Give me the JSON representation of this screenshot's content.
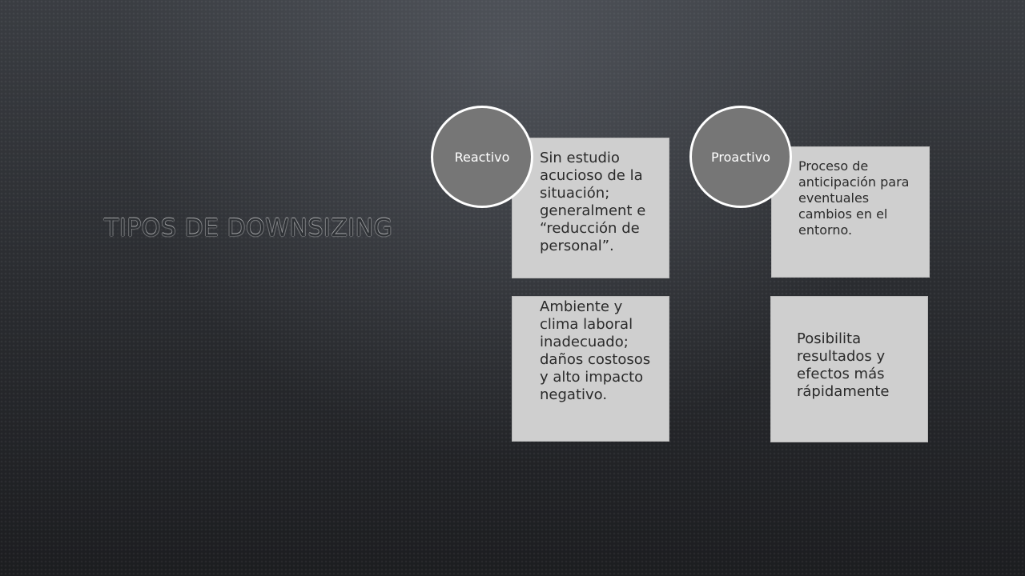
{
  "slide": {
    "title": "Tipos de downsizing",
    "reactivo": {
      "label": "Reactivo",
      "point1": "Sin estudio acucioso de la situación; generalment e “reducción de personal”.",
      "point2": "Ambiente y clima laboral inadecuado; daños costosos y alto impacto negativo."
    },
    "proactivo": {
      "label": "Proactivo",
      "point1": "Proceso de anticipación para eventuales cambios en el entorno.",
      "point2": "Posibilita resultados y efectos más rápidamente"
    }
  },
  "colors": {
    "box_fill": "#cfcfcf",
    "circle_fill": "#767676",
    "circle_border": "#ffffff",
    "background": "#2b2e33"
  }
}
